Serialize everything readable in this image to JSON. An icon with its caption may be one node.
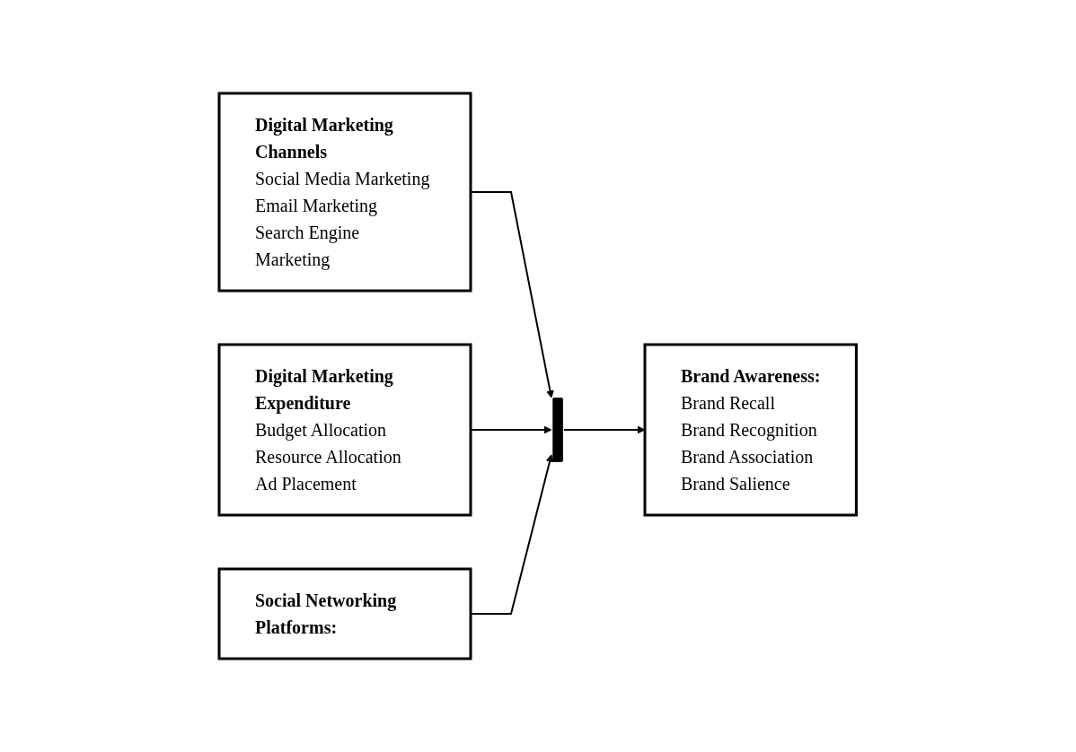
{
  "diagram": {
    "nodes": [
      {
        "text": [
          "Digital Marketing Channels",
          "Social Media Marketing",
          "Email Marketing",
          "Search Engine Marketing"
        ]
      },
      {
        "text": [
          "Digital Marketing Expenditure",
          "Budget Allocation",
          "Resource Allocation",
          "Ad Placement"
        ]
      },
      {
        "text": [
          "Social Networking Platforms:"
        ]
      },
      {
        "text": [],
        "shape": "bar"
      },
      {
        "text": [
          "Brand Awareness:",
          "Brand Recall",
          "Brand Recognition",
          "Brand Association",
          "Brand Salience"
        ]
      }
    ],
    "edges": [
      {
        "from": 0,
        "to": 3,
        "arrow": "to"
      },
      {
        "from": 1,
        "to": 3,
        "arrow": "to"
      },
      {
        "from": 2,
        "to": 3,
        "arrow": "to"
      },
      {
        "from": 3,
        "to": 4,
        "arrow": "to"
      }
    ]
  }
}
